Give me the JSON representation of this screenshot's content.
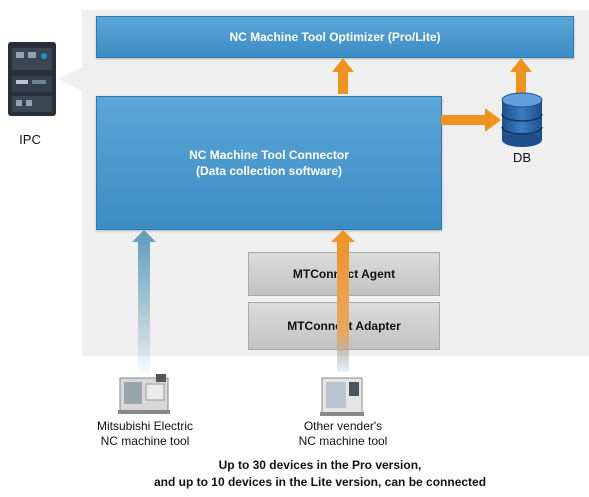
{
  "optimizer": {
    "label": "NC Machine Tool Optimizer (Pro/Lite)"
  },
  "connector": {
    "line1": "NC Machine Tool Connector",
    "line2": "(Data collection software)"
  },
  "agent": {
    "label": "MTConnect Agent"
  },
  "adapter": {
    "label": "MTConnect Adapter"
  },
  "ipc": {
    "label": "IPC"
  },
  "db": {
    "label": "DB"
  },
  "tool_mitsubishi": {
    "line1": "Mitsubishi Electric",
    "line2": "NC machine tool"
  },
  "tool_other": {
    "line1": "Other vender's",
    "line2": "NC machine tool"
  },
  "note": {
    "line1": "Up to 30 devices in the Pro version,",
    "line2": "and up to 10 devices in the Lite version, can be connected"
  },
  "colors": {
    "blue": "#3c8cc6",
    "orange": "#f0921f",
    "teal": "#6fa9c4",
    "panel": "#efefef"
  }
}
